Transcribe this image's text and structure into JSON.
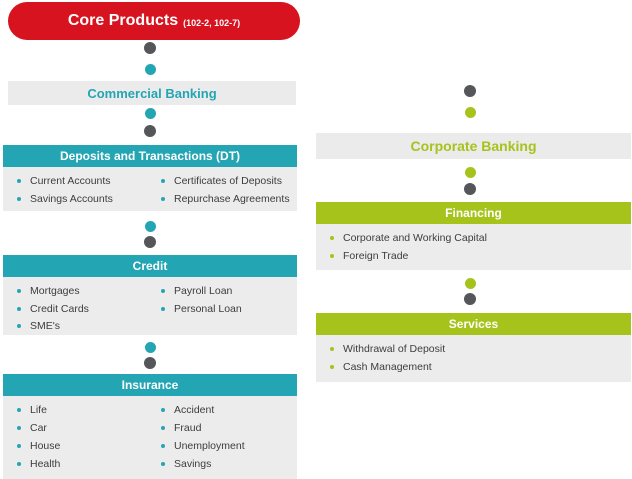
{
  "root": {
    "title": "Core Products",
    "code": "(102-2, 102-7)"
  },
  "left": {
    "banking": "Commercial Banking",
    "sections": [
      {
        "title": "Deposits and Transactions (DT)",
        "col1": [
          "Current Accounts",
          "Savings Accounts"
        ],
        "col2": [
          "Certificates of Deposits",
          "Repurchase Agreements"
        ]
      },
      {
        "title": "Credit",
        "col1": [
          "Mortgages",
          "Credit Cards",
          "SME's"
        ],
        "col2": [
          "Payroll Loan",
          "Personal Loan"
        ]
      },
      {
        "title": "Insurance",
        "col1": [
          "Life",
          "Car",
          "House",
          "Health"
        ],
        "col2": [
          "Accident",
          "Fraud",
          "Unemployment",
          "Savings"
        ]
      }
    ]
  },
  "right": {
    "banking": "Corporate Banking",
    "sections": [
      {
        "title": "Financing",
        "col1": [
          "Corporate and Working Capital",
          "Foreign Trade"
        ]
      },
      {
        "title": "Services",
        "col1": [
          "Withdrawal of Deposit",
          "Cash Management"
        ]
      }
    ]
  },
  "colors": {
    "red": "#d6131f",
    "teal": "#24a5b4",
    "green": "#a6c31c",
    "dark_dot": "#55565a",
    "box_gray": "#ececec"
  }
}
